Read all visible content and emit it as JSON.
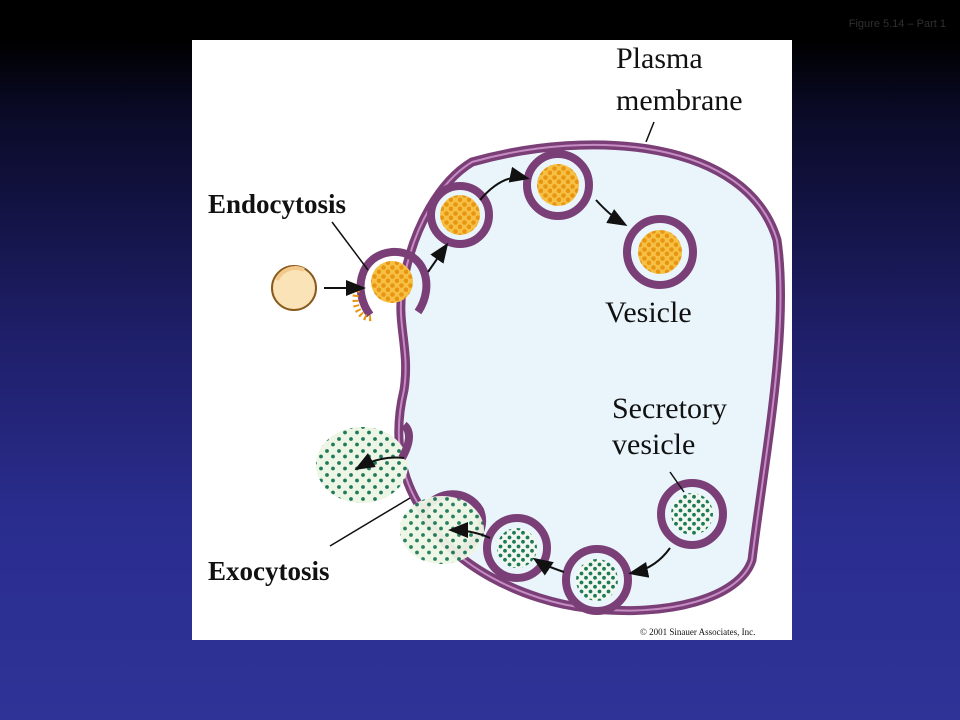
{
  "slide": {
    "corner_label": "Figure 5.14 – Part 1"
  },
  "figure": {
    "labels": {
      "plasma_membrane_line1": "Plasma",
      "plasma_membrane_line2": "membrane",
      "endocytosis": "Endocytosis",
      "vesicle": "Vesicle",
      "secretory_vesicle_line1": "Secretory",
      "secretory_vesicle_line2": "vesicle",
      "exocytosis": "Exocytosis"
    },
    "copyright": "© 2001 Sinauer Associates, Inc.",
    "colors": {
      "membrane": "#7b3f78",
      "cytoplasm": "#e8f4fb",
      "cargo_yellow": "#f0a623",
      "cargo_green": "#1e7a5c",
      "background": "#2f3397"
    }
  }
}
